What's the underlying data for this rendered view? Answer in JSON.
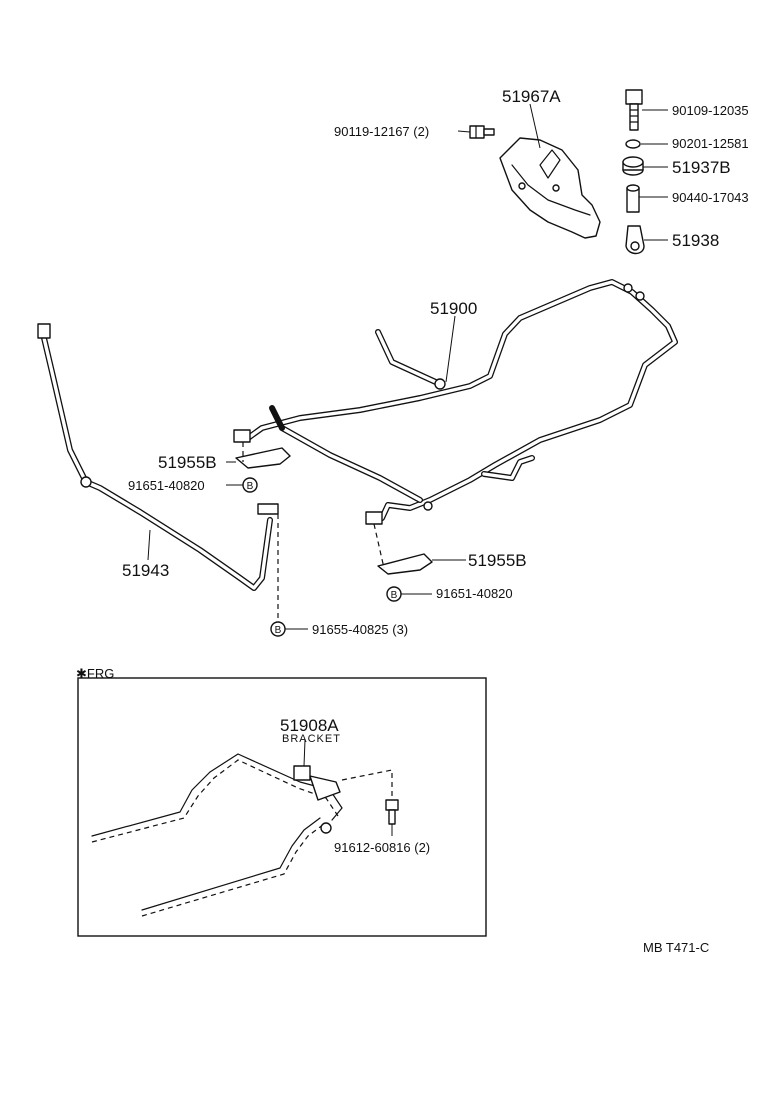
{
  "parts": {
    "p51967A": "51967A",
    "p90119": "90119-12167 (2)",
    "p90109": "90109-12035",
    "p90201": "90201-12581",
    "p51937B": "51937B",
    "p90440": "90440-17043",
    "p51938": "51938",
    "p51900": "51900",
    "p51955B_left": "51955B",
    "p91651_left": "91651-40820",
    "p51943": "51943",
    "p51955B_right": "51955B",
    "p91651_right": "91651-40820",
    "p91655": "91655-40825  (3)"
  },
  "circle_marker": "B",
  "inset": {
    "title": "✱FRG",
    "p51908A": "51908A",
    "bracket_label": "BRACKET",
    "p91612": "91612-60816  (2)"
  },
  "drawing_code": "MB T471-C"
}
